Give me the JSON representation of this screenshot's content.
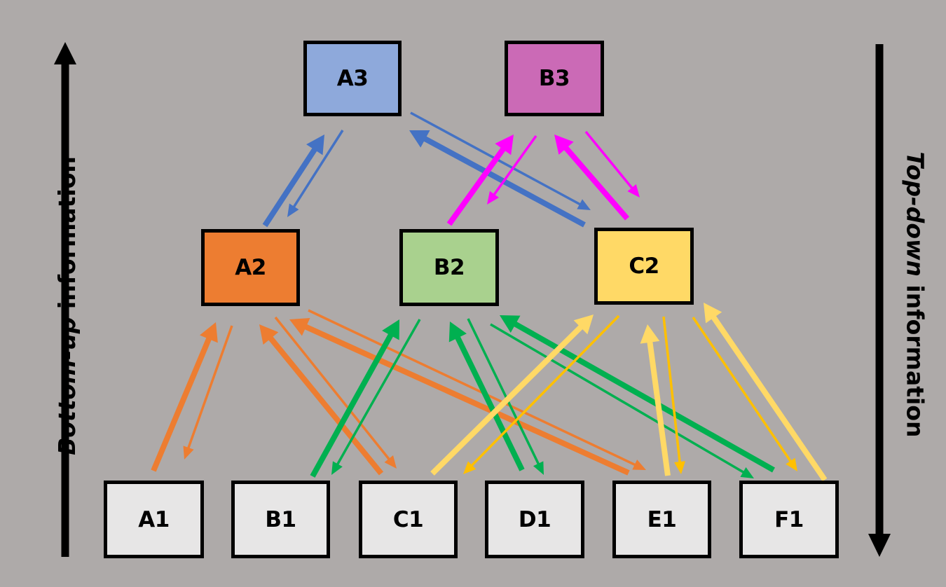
{
  "labels": {
    "left_italic": "Bottom-up",
    "left_rest": " information",
    "right_italic": "Top-down",
    "right_rest": " information"
  },
  "colors": {
    "background": "#AEAAA9",
    "blue": "#4472C4",
    "magenta": "#FF00FF",
    "orange": "#ED7D31",
    "green": "#00B050",
    "yellow_light": "#FFD966",
    "yellow_dark": "#FFC000"
  },
  "nodes": [
    {
      "id": "A3",
      "label": "A3",
      "level": 3,
      "fill": "#8EA9DB"
    },
    {
      "id": "B3",
      "label": "B3",
      "level": 3,
      "fill": "#CB6AB6"
    },
    {
      "id": "A2",
      "label": "A2",
      "level": 2,
      "fill": "#ED7D31"
    },
    {
      "id": "B2",
      "label": "B2",
      "level": 2,
      "fill": "#A9D18E"
    },
    {
      "id": "C2",
      "label": "C2",
      "level": 2,
      "fill": "#FFD966"
    },
    {
      "id": "A1",
      "label": "A1",
      "level": 1,
      "fill": "#E7E6E6"
    },
    {
      "id": "B1",
      "label": "B1",
      "level": 1,
      "fill": "#E7E6E6"
    },
    {
      "id": "C1",
      "label": "C1",
      "level": 1,
      "fill": "#E7E6E6"
    },
    {
      "id": "D1",
      "label": "D1",
      "level": 1,
      "fill": "#E7E6E6"
    },
    {
      "id": "E1",
      "label": "E1",
      "level": 1,
      "fill": "#E7E6E6"
    },
    {
      "id": "F1",
      "label": "F1",
      "level": 1,
      "fill": "#E7E6E6"
    }
  ],
  "edges": [
    {
      "from": "A2",
      "to": "A3",
      "direction": "bottom-up",
      "color": "blue"
    },
    {
      "from": "A3",
      "to": "A2",
      "direction": "top-down",
      "color": "blue"
    },
    {
      "from": "C2",
      "to": "A3",
      "direction": "bottom-up",
      "color": "blue"
    },
    {
      "from": "A3",
      "to": "C2",
      "direction": "top-down",
      "color": "blue"
    },
    {
      "from": "B2",
      "to": "B3",
      "direction": "bottom-up",
      "color": "magenta"
    },
    {
      "from": "B3",
      "to": "B2",
      "direction": "top-down",
      "color": "magenta"
    },
    {
      "from": "C2",
      "to": "B3",
      "direction": "bottom-up",
      "color": "magenta"
    },
    {
      "from": "B3",
      "to": "C2",
      "direction": "top-down",
      "color": "magenta"
    },
    {
      "from": "A1",
      "to": "A2",
      "direction": "bottom-up",
      "color": "orange"
    },
    {
      "from": "A2",
      "to": "A1",
      "direction": "top-down",
      "color": "orange"
    },
    {
      "from": "C1",
      "to": "A2",
      "direction": "bottom-up",
      "color": "orange"
    },
    {
      "from": "A2",
      "to": "C1",
      "direction": "top-down",
      "color": "orange"
    },
    {
      "from": "E1",
      "to": "A2",
      "direction": "bottom-up",
      "color": "orange"
    },
    {
      "from": "A2",
      "to": "E1",
      "direction": "top-down",
      "color": "orange"
    },
    {
      "from": "B1",
      "to": "B2",
      "direction": "bottom-up",
      "color": "green"
    },
    {
      "from": "B2",
      "to": "B1",
      "direction": "top-down",
      "color": "green"
    },
    {
      "from": "D1",
      "to": "B2",
      "direction": "bottom-up",
      "color": "green"
    },
    {
      "from": "B2",
      "to": "D1",
      "direction": "top-down",
      "color": "green"
    },
    {
      "from": "F1",
      "to": "B2",
      "direction": "bottom-up",
      "color": "green"
    },
    {
      "from": "B2",
      "to": "F1",
      "direction": "top-down",
      "color": "green"
    },
    {
      "from": "C1",
      "to": "C2",
      "direction": "bottom-up",
      "color": "yellow_light"
    },
    {
      "from": "C2",
      "to": "C1",
      "direction": "top-down",
      "color": "yellow_dark"
    },
    {
      "from": "E1",
      "to": "C2",
      "direction": "bottom-up",
      "color": "yellow_light"
    },
    {
      "from": "C2",
      "to": "E1",
      "direction": "top-down",
      "color": "yellow_dark"
    },
    {
      "from": "F1",
      "to": "C2",
      "direction": "bottom-up",
      "color": "yellow_light"
    },
    {
      "from": "C2",
      "to": "F1",
      "direction": "top-down",
      "color": "yellow_dark"
    }
  ]
}
